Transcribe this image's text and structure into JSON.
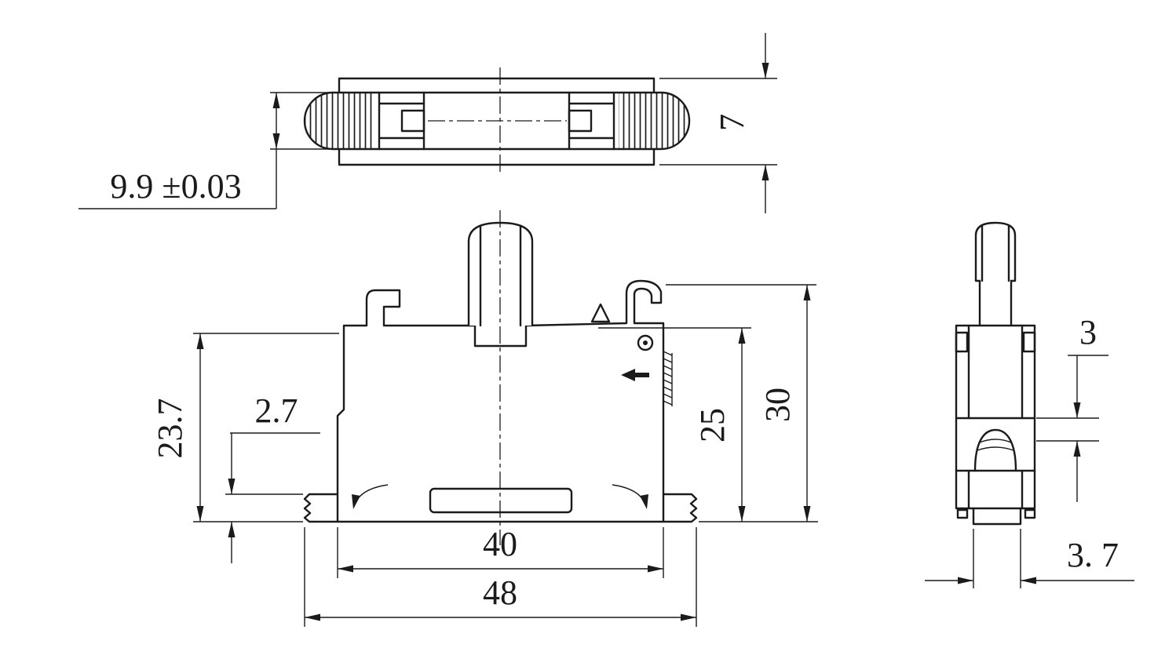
{
  "drawing": {
    "name": "contact-block-dimension-drawing",
    "colors": {
      "background": "#ffffff",
      "line": "#1b1b1b"
    },
    "dims": {
      "top_width": "9.9 ±0.03",
      "top_height": "7",
      "front_left_height": "23.7",
      "front_foot_height": "2.7",
      "front_right_inner_height": "25",
      "front_right_outer_height": "30",
      "front_inner_width": "40",
      "front_outer_width": "48",
      "side_contact_gap": "3",
      "side_foot_width": "3. 7"
    }
  }
}
